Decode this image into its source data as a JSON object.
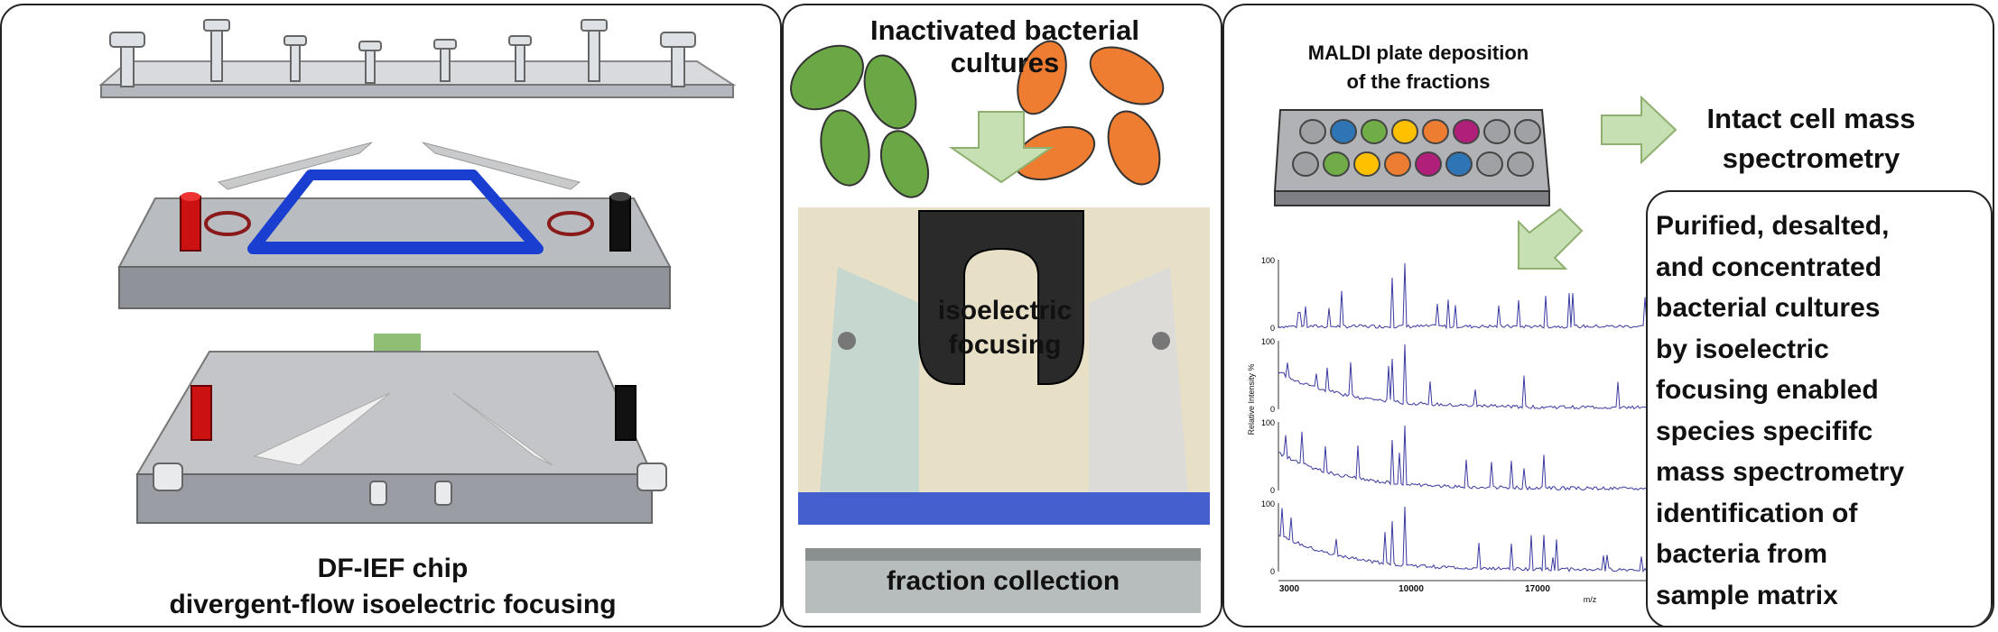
{
  "panel_left": {
    "chip_title": "DF-IEF chip",
    "chip_subtitle": "divergent-flow isoelectric focusing"
  },
  "panel_middle": {
    "cultures_line1": "Inactivated bacterial",
    "cultures_line2": "cultures",
    "focusing_line1": "isoelectric",
    "focusing_line2": "focusing",
    "fraction_label": "fraction collection"
  },
  "panel_right": {
    "maldi_line1": "MALDI plate deposition",
    "maldi_line2": "of the fractions",
    "ms_line1": "Intact cell mass",
    "ms_line2": "spectrometry",
    "result_lines": [
      "Purified, desalted,",
      "and concentrated",
      "bacterial cultures",
      "by isoelectric",
      "focusing  enabled",
      "species specififc",
      "mass spectrometry",
      "identification  of",
      "bacteria from",
      "sample matrix"
    ],
    "spectra": {
      "ylabel": "Relative Intensity %",
      "xlabel": "m/z",
      "x_ticks": [
        "3000",
        "10000",
        "17000"
      ],
      "y_top_label": "100",
      "y_bottom_label": "0"
    }
  },
  "colors": {
    "green_cell": "#6aa845",
    "orange_cell": "#ee7d31",
    "arrow_green": "#c6e0b4",
    "channel_blue": "#1a3fd0",
    "spectrum_line": "#3a3aa0",
    "well_colors": [
      "#2e75b6",
      "#70ad47",
      "#ffc000",
      "#ed7d31",
      "#b01f7a"
    ]
  }
}
